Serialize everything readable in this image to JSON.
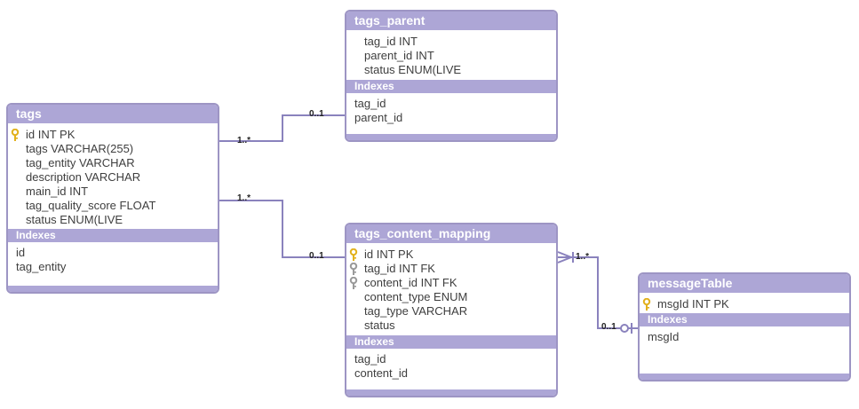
{
  "colors": {
    "header": "#ada6d6",
    "border": "#9d95c4",
    "line": "#8a82bd",
    "pk_key": "#e2b11c",
    "fk_key": "#9a9a9a"
  },
  "tables": {
    "tags_parent": {
      "title": "tags_parent",
      "columns": [
        "tag_id INT",
        "parent_id INT",
        "status ENUM(LIVE"
      ],
      "indexes_label": "Indexes",
      "indexes": [
        "tag_id",
        "parent_id"
      ]
    },
    "tags": {
      "title": "tags",
      "columns": [
        "id INT PK",
        "tags VARCHAR(255)",
        "tag_entity VARCHAR",
        "description VARCHAR",
        "main_id INT",
        "tag_quality_score FLOAT",
        "status ENUM(LIVE"
      ],
      "column_keys": [
        "pk",
        "",
        "",
        "",
        "",
        "",
        ""
      ],
      "indexes_label": "Indexes",
      "indexes": [
        "id",
        "tag_entity"
      ]
    },
    "tags_content_mapping": {
      "title": "tags_content_mapping",
      "columns": [
        "id INT PK",
        "tag_id INT FK",
        "content_id INT FK",
        "content_type ENUM",
        "tag_type VARCHAR",
        "status"
      ],
      "column_keys": [
        "pk",
        "fk",
        "fk",
        "",
        "",
        ""
      ],
      "indexes_label": "Indexes",
      "indexes": [
        "tag_id",
        "content_id"
      ]
    },
    "messageTable": {
      "title": "messageTable",
      "columns": [
        "msgId INT PK"
      ],
      "column_keys": [
        "pk"
      ],
      "indexes_label": "Indexes",
      "indexes": [
        "msgId"
      ]
    }
  },
  "relationships": [
    {
      "from": "tags",
      "from_card": "1..*",
      "to": "tags_parent",
      "to_card": "0..1"
    },
    {
      "from": "tags",
      "from_card": "1..*",
      "to": "tags_content_mapping",
      "to_card": "0..1"
    },
    {
      "from": "tags_content_mapping",
      "from_card": "1..*",
      "to": "messageTable",
      "to_card": "0..1"
    }
  ]
}
